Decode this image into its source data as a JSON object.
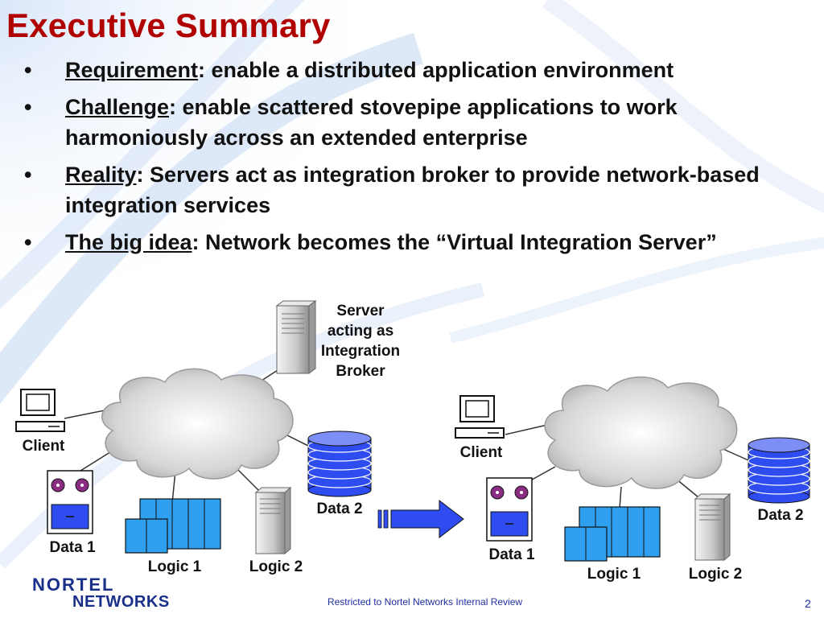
{
  "slide": {
    "title": "Executive Summary",
    "bullets": [
      {
        "term": "Requirement",
        "text": ": enable a distributed application environment"
      },
      {
        "term": "Challenge",
        "text": ": enable scattered stovepipe applications to work harmoniously across an extended enterprise"
      },
      {
        "term": "Reality",
        "text": ": Servers act as integration broker to provide network-based integration services"
      },
      {
        "term": "The big idea",
        "text": ": Network becomes the “Virtual Integration Server”"
      }
    ],
    "bullet_char": "•"
  },
  "diagram": {
    "left": {
      "server_label": "Server acting as Integration Broker",
      "client": "Client",
      "data1": "Data 1",
      "data2": "Data 2",
      "logic1": "Logic 1",
      "logic2": "Logic 2"
    },
    "right": {
      "client": "Client",
      "data1": "Data 1",
      "data2": "Data 2",
      "logic1": "Logic 1",
      "logic2": "Logic 2"
    }
  },
  "footer": {
    "text": "Restricted to Nortel Networks Internal Review",
    "page_number": "2",
    "logo_top": "NORTEL",
    "logo_bottom": "NETWORKS"
  },
  "colors": {
    "title": "#b00000",
    "text": "#111111",
    "accent": "#1a2f8a",
    "disk_blue": "#2f4cf0",
    "cloud": "#c8c8c8"
  }
}
